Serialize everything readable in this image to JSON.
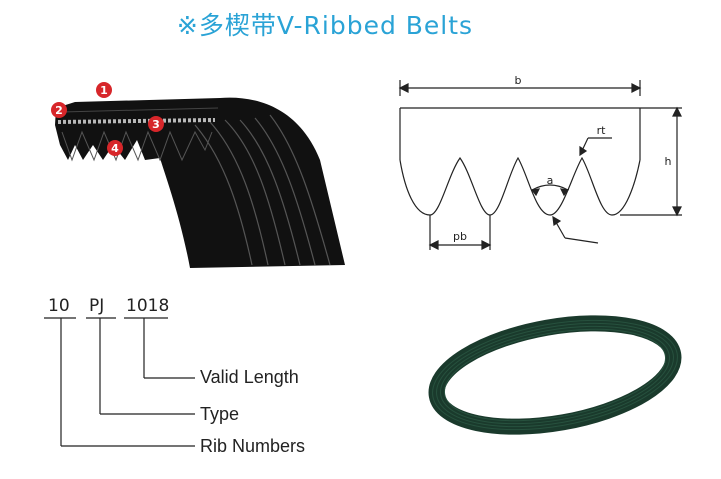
{
  "title": "※多楔带V-Ribbed Belts",
  "cross_section": {
    "callouts": [
      "1",
      "2",
      "3",
      "4"
    ],
    "colors": {
      "belt": "#111111",
      "cord": "#b9b9b9",
      "badge": "#d7262a"
    }
  },
  "profile_diagram": {
    "labels": {
      "width": "b",
      "height": "h",
      "pitch": "pb",
      "angle": "a",
      "radius": "rt"
    }
  },
  "designation": {
    "parts": [
      "10",
      "PJ",
      "1018"
    ],
    "callouts": [
      "Valid Length",
      "Type",
      "Rib Numbers"
    ]
  },
  "colors": {
    "title": "#2aa3d6",
    "belt_photo": "#1a3a2c"
  }
}
